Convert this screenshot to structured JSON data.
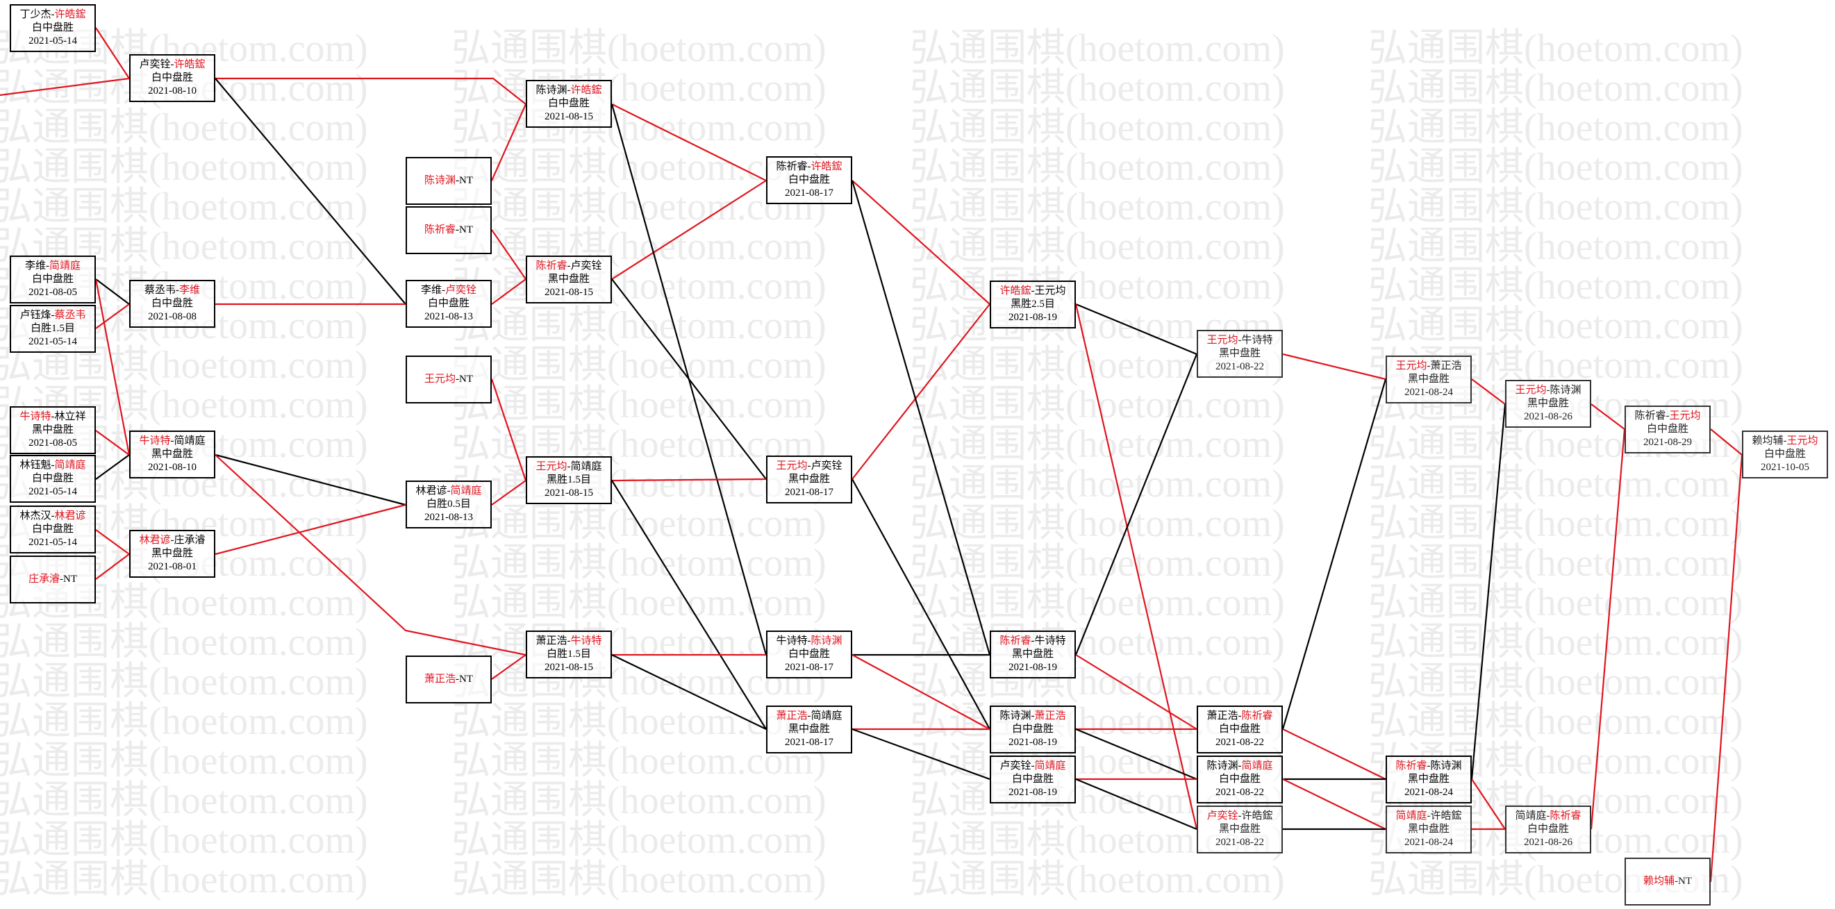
{
  "watermark": "弘通围棋(hoetom.com)",
  "colors": {
    "winner_line": "#e0141e",
    "loser_line": "#000000",
    "winner_name": "#e0141e"
  },
  "matches": {
    "m_r1a": {
      "p1": "丁少杰",
      "sep": "-",
      "p2": "许皓鋐",
      "w": 2,
      "result": "白中盘胜",
      "date": "2021-05-14"
    },
    "m_r1b": {
      "p1": "李维",
      "sep": "-",
      "p2": "简靖庭",
      "w": 2,
      "result": "白中盘胜",
      "date": "2021-08-05"
    },
    "m_r1c": {
      "p1": "卢钰烽",
      "sep": "-",
      "p2": "蔡丞韦",
      "w": 2,
      "result": "白胜1.5目",
      "date": "2021-05-14"
    },
    "m_r1d": {
      "p1": "牛诗特",
      "sep": "-",
      "p2": "林立祥",
      "w": 1,
      "result": "黑中盘胜",
      "date": "2021-08-05"
    },
    "m_r1e": {
      "p1": "林钰魁",
      "sep": "-",
      "p2": "简靖庭",
      "w": 2,
      "result": "白中盘胜",
      "date": "2021-05-14"
    },
    "m_r1f": {
      "p1": "林杰汉",
      "sep": "-",
      "p2": "林君谚",
      "w": 2,
      "result": "白中盘胜",
      "date": "2021-05-14"
    },
    "m_r1g": {
      "p1": "庄承濬",
      "sep": "-",
      "p2": "NT",
      "w": 1,
      "result": "",
      "date": ""
    },
    "m_r2a": {
      "p1": "卢奕铨",
      "sep": "-",
      "p2": "许皓鋐",
      "w": 2,
      "result": "白中盘胜",
      "date": "2021-08-10"
    },
    "m_r2b": {
      "p1": "蔡丞韦",
      "sep": "-",
      "p2": "李维",
      "w": 2,
      "result": "白中盘胜",
      "date": "2021-08-08"
    },
    "m_r2c": {
      "p1": "牛诗特",
      "sep": "-",
      "p2": "简靖庭",
      "w": 1,
      "result": "黑中盘胜",
      "date": "2021-08-10"
    },
    "m_r2d": {
      "p1": "林君谚",
      "sep": "-",
      "p2": "庄承濬",
      "w": 1,
      "result": "黑中盘胜",
      "date": "2021-08-01"
    },
    "m_r3a": {
      "p1": "陈诗渊",
      "sep": "-",
      "p2": "NT",
      "w": 1,
      "result": "",
      "date": ""
    },
    "m_r3b": {
      "p1": "陈祈睿",
      "sep": "-",
      "p2": "NT",
      "w": 1,
      "result": "",
      "date": ""
    },
    "m_r3c": {
      "p1": "李维",
      "sep": "-",
      "p2": "卢奕铨",
      "w": 2,
      "result": "白中盘胜",
      "date": "2021-08-13"
    },
    "m_r3d": {
      "p1": "王元均",
      "sep": "-",
      "p2": "NT",
      "w": 1,
      "result": "",
      "date": ""
    },
    "m_r3e": {
      "p1": "林君谚",
      "sep": "-",
      "p2": "简靖庭",
      "w": 2,
      "result": "白胜0.5目",
      "date": "2021-08-13"
    },
    "m_r3f": {
      "p1": "萧正浩",
      "sep": "-",
      "p2": "NT",
      "w": 1,
      "result": "",
      "date": ""
    },
    "m_r4a": {
      "p1": "陈诗渊",
      "sep": "-",
      "p2": "许皓鋐",
      "w": 2,
      "result": "白中盘胜",
      "date": "2021-08-15"
    },
    "m_r4b": {
      "p1": "陈祈睿",
      "sep": "-",
      "p2": "卢奕铨",
      "w": 1,
      "result": "黑中盘胜",
      "date": "2021-08-15"
    },
    "m_r4c": {
      "p1": "王元均",
      "sep": "-",
      "p2": "简靖庭",
      "w": 1,
      "result": "黑胜1.5目",
      "date": "2021-08-15"
    },
    "m_r4d": {
      "p1": "萧正浩",
      "sep": "-",
      "p2": "牛诗特",
      "w": 2,
      "result": "白胜1.5目",
      "date": "2021-08-15"
    },
    "m_r5a": {
      "p1": "陈祈睿",
      "sep": "-",
      "p2": "许皓鋐",
      "w": 2,
      "result": "白中盘胜",
      "date": "2021-08-17"
    },
    "m_r5b": {
      "p1": "王元均",
      "sep": "-",
      "p2": "卢奕铨",
      "w": 1,
      "result": "黑中盘胜",
      "date": "2021-08-17"
    },
    "m_r5c": {
      "p1": "牛诗特",
      "sep": "-",
      "p2": "陈诗渊",
      "w": 2,
      "result": "白中盘胜",
      "date": "2021-08-17"
    },
    "m_r5d": {
      "p1": "萧正浩",
      "sep": "-",
      "p2": "简靖庭",
      "w": 1,
      "result": "黑中盘胜",
      "date": "2021-08-17"
    },
    "m_r6a": {
      "p1": "许皓鋐",
      "sep": "-",
      "p2": "王元均",
      "w": 1,
      "result": "黑胜2.5目",
      "date": "2021-08-19"
    },
    "m_r6b": {
      "p1": "陈祈睿",
      "sep": "-",
      "p2": "牛诗特",
      "w": 1,
      "result": "黑中盘胜",
      "date": "2021-08-19"
    },
    "m_r6c": {
      "p1": "陈诗渊",
      "sep": "-",
      "p2": "萧正浩",
      "w": 2,
      "result": "白中盘胜",
      "date": "2021-08-19"
    },
    "m_r6d": {
      "p1": "卢奕铨",
      "sep": "-",
      "p2": "简靖庭",
      "w": 2,
      "result": "白中盘胜",
      "date": "2021-08-19"
    },
    "m_r7a": {
      "p1": "王元均",
      "sep": "-",
      "p2": "牛诗特",
      "w": 1,
      "result": "黑中盘胜",
      "date": "2021-08-22"
    },
    "m_r7b": {
      "p1": "萧正浩",
      "sep": "-",
      "p2": "陈祈睿",
      "w": 2,
      "result": "白中盘胜",
      "date": "2021-08-22"
    },
    "m_r7c": {
      "p1": "陈诗渊",
      "sep": "-",
      "p2": "简靖庭",
      "w": 2,
      "result": "白中盘胜",
      "date": "2021-08-22"
    },
    "m_r7d": {
      "p1": "卢奕铨",
      "sep": "-",
      "p2": "许皓鋐",
      "w": 1,
      "result": "黑中盘胜",
      "date": "2021-08-22"
    },
    "m_r8a": {
      "p1": "王元均",
      "sep": "-",
      "p2": "萧正浩",
      "w": 1,
      "result": "黑中盘胜",
      "date": "2021-08-24"
    },
    "m_r8b": {
      "p1": "陈祈睿",
      "sep": "-",
      "p2": "陈诗渊",
      "w": 1,
      "result": "黑中盘胜",
      "date": "2021-08-24"
    },
    "m_r8c": {
      "p1": "简靖庭",
      "sep": "-",
      "p2": "许皓鋐",
      "w": 1,
      "result": "黑中盘胜",
      "date": "2021-08-24"
    },
    "m_r9a": {
      "p1": "王元均",
      "sep": "-",
      "p2": "陈诗渊",
      "w": 1,
      "result": "黑中盘胜",
      "date": "2021-08-26"
    },
    "m_r9b": {
      "p1": "简靖庭",
      "sep": "-",
      "p2": "陈祈睿",
      "w": 2,
      "result": "白中盘胜",
      "date": "2021-08-26"
    },
    "m_r10a": {
      "p1": "陈祈睿",
      "sep": "-",
      "p2": "王元均",
      "w": 2,
      "result": "白中盘胜",
      "date": "2021-08-29"
    },
    "m_r10b": {
      "p1": "赖均辅",
      "sep": "-",
      "p2": "NT",
      "w": 1,
      "result": "",
      "date": ""
    },
    "m_final": {
      "p1": "赖均辅",
      "sep": "-",
      "p2": "王元均",
      "w": 2,
      "result": "白中盘胜",
      "date": "2021-10-05"
    }
  }
}
